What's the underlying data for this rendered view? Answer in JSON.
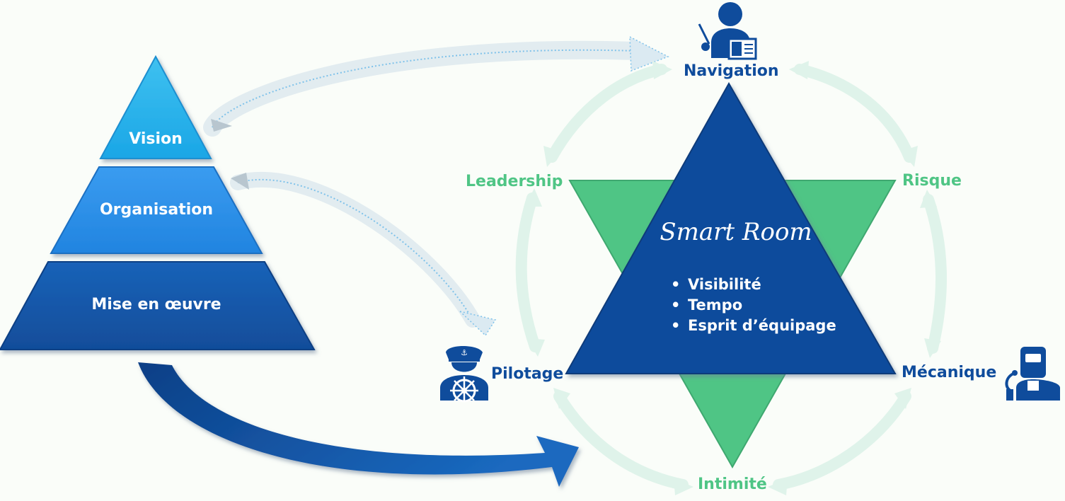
{
  "pyramid": {
    "top": "Vision",
    "middle": "Organisation",
    "bottom": "Mise en œuvre"
  },
  "star": {
    "title": "Smart Room",
    "bullets": [
      "Visibilité",
      "Tempo",
      "Esprit d’équipage"
    ]
  },
  "roles": {
    "navigation": "Navigation",
    "pilotage": "Pilotage",
    "mecanique": "Mécanique"
  },
  "dimensions": {
    "leadership": "Leadership",
    "risque": "Risque",
    "intimite": "Intimité"
  },
  "icons": {
    "navigation": "teacher-with-pointer-icon",
    "pilotage": "ship-captain-with-wheel-icon",
    "mecanique": "welder-with-mask-icon"
  },
  "colors": {
    "dark_blue": "#0f4c9c",
    "mid_blue": "#2f90ea",
    "light_blue": "#28b2ea",
    "green": "#4fc585",
    "pale_green": "#dff3ea"
  }
}
